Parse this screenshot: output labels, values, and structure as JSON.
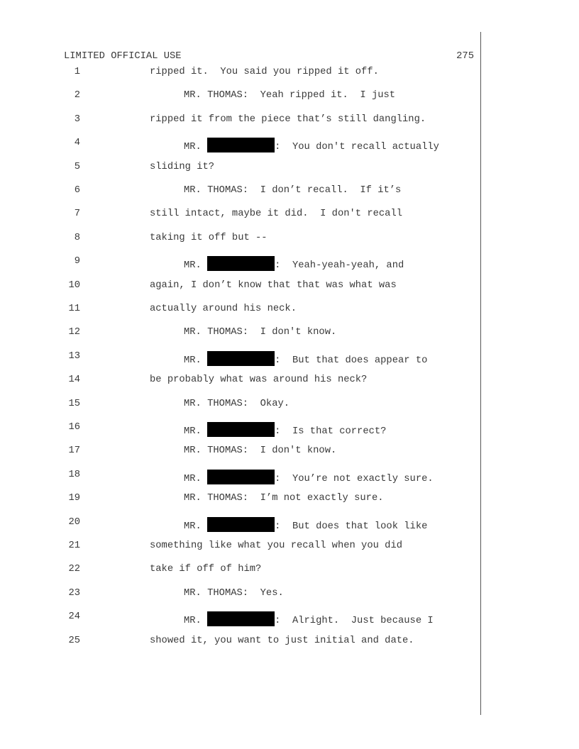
{
  "header": {
    "classification": "LIMITED OFFICIAL USE",
    "page_number": "275"
  },
  "lines": [
    {
      "n": "1",
      "indent": false,
      "pre": "ripped it.  You said you ripped it off.",
      "redacted": false,
      "post": ""
    },
    {
      "n": "2",
      "indent": true,
      "pre": "MR. THOMAS:  Yeah ripped it.  I just",
      "redacted": false,
      "post": ""
    },
    {
      "n": "3",
      "indent": false,
      "pre": "ripped it from the piece that’s still dangling.",
      "redacted": false,
      "post": ""
    },
    {
      "n": "4",
      "indent": true,
      "pre": "MR. ",
      "redacted": true,
      "post": ":  You don't recall actually"
    },
    {
      "n": "5",
      "indent": false,
      "pre": "sliding it?",
      "redacted": false,
      "post": ""
    },
    {
      "n": "6",
      "indent": true,
      "pre": "MR. THOMAS:  I don’t recall.  If it’s",
      "redacted": false,
      "post": ""
    },
    {
      "n": "7",
      "indent": false,
      "pre": "still intact, maybe it did.  I don't recall",
      "redacted": false,
      "post": ""
    },
    {
      "n": "8",
      "indent": false,
      "pre": "taking it off but --",
      "redacted": false,
      "post": ""
    },
    {
      "n": "9",
      "indent": true,
      "pre": "MR. ",
      "redacted": true,
      "post": ":  Yeah-yeah-yeah, and"
    },
    {
      "n": "10",
      "indent": false,
      "pre": "again, I don’t know that that was what was",
      "redacted": false,
      "post": ""
    },
    {
      "n": "11",
      "indent": false,
      "pre": "actually around his neck.",
      "redacted": false,
      "post": ""
    },
    {
      "n": "12",
      "indent": true,
      "pre": "MR. THOMAS:  I don't know.",
      "redacted": false,
      "post": ""
    },
    {
      "n": "13",
      "indent": true,
      "pre": "MR. ",
      "redacted": true,
      "post": ":  But that does appear to"
    },
    {
      "n": "14",
      "indent": false,
      "pre": "be probably what was around his neck?",
      "redacted": false,
      "post": ""
    },
    {
      "n": "15",
      "indent": true,
      "pre": "MR. THOMAS:  Okay.",
      "redacted": false,
      "post": ""
    },
    {
      "n": "16",
      "indent": true,
      "pre": "MR. ",
      "redacted": true,
      "post": ":  Is that correct?"
    },
    {
      "n": "17",
      "indent": true,
      "pre": "MR. THOMAS:  I don't know.",
      "redacted": false,
      "post": ""
    },
    {
      "n": "18",
      "indent": true,
      "pre": "MR. ",
      "redacted": true,
      "post": ":  You’re not exactly sure."
    },
    {
      "n": "19",
      "indent": true,
      "pre": "MR. THOMAS:  I’m not exactly sure.",
      "redacted": false,
      "post": ""
    },
    {
      "n": "20",
      "indent": true,
      "pre": "MR. ",
      "redacted": true,
      "post": ":  But does that look like"
    },
    {
      "n": "21",
      "indent": false,
      "pre": "something like what you recall when you did",
      "redacted": false,
      "post": ""
    },
    {
      "n": "22",
      "indent": false,
      "pre": "take if off of him?",
      "redacted": false,
      "post": ""
    },
    {
      "n": "23",
      "indent": true,
      "pre": "MR. THOMAS:  Yes.",
      "redacted": false,
      "post": ""
    },
    {
      "n": "24",
      "indent": true,
      "pre": "MR. ",
      "redacted": true,
      "post": ":  Alright.  Just because I"
    },
    {
      "n": "25",
      "indent": false,
      "pre": "showed it, you want to just initial and date.",
      "redacted": false,
      "post": ""
    }
  ]
}
